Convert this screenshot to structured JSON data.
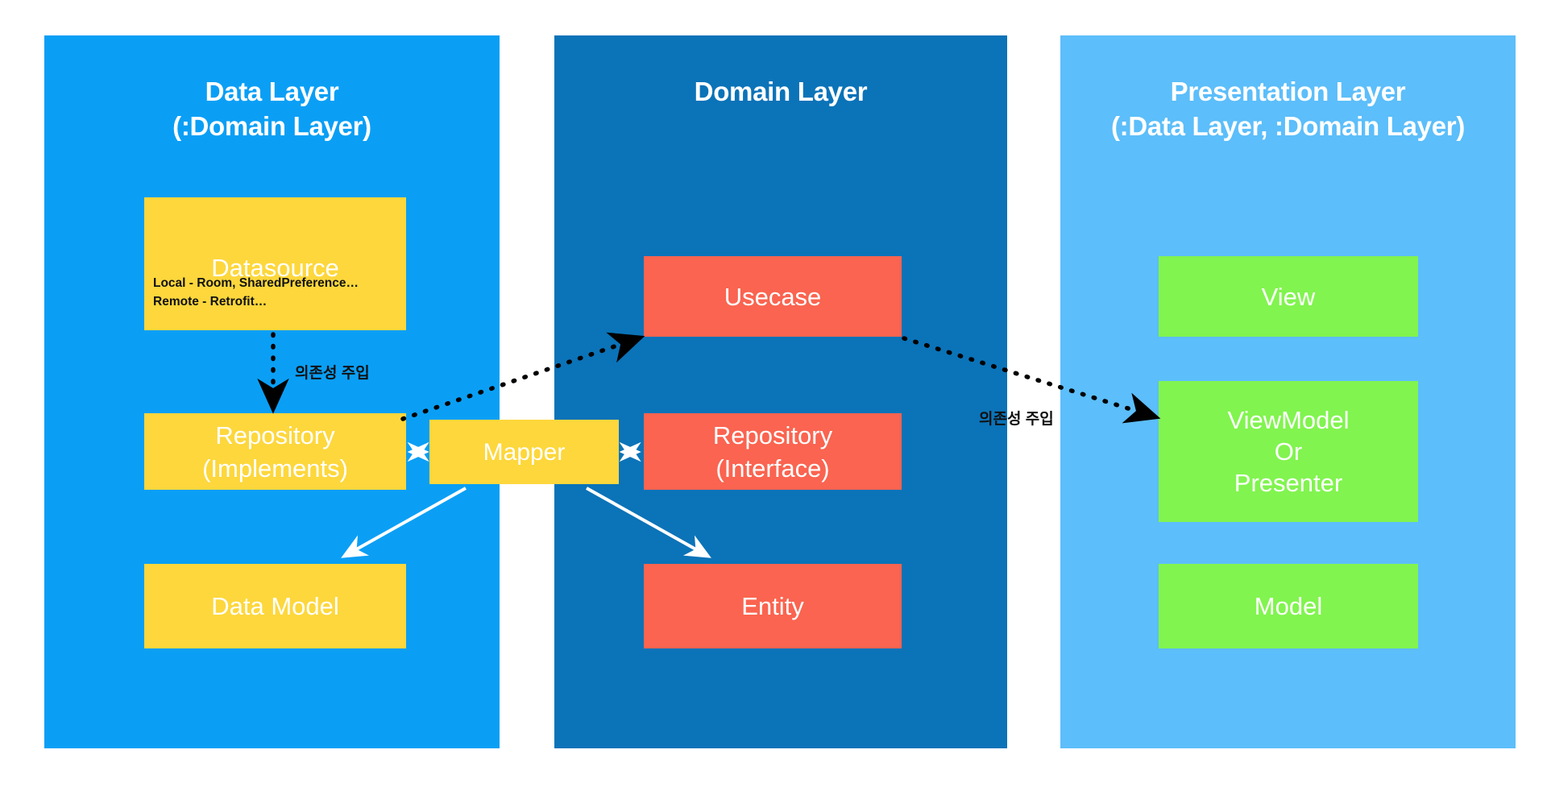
{
  "diagram": {
    "title": "Clean Architecture Layers",
    "background": "#ffffff",
    "colors": {
      "data_layer": "#0a9ff5",
      "domain_layer": "#0b73b8",
      "presentation_layer": "#5cbefa",
      "data_box": "#fdd73c",
      "domain_box": "#fa6450",
      "presentation_box": "#81f44f",
      "arrow_dotted": "#000000",
      "arrow_solid": "#ffffff"
    }
  },
  "panels": {
    "data": {
      "title": "Data Layer\n(:Domain Layer)",
      "boxes": {
        "datasource": {
          "label": "Datasource",
          "details": "Local - Room, SharedPreference…\nRemote - Retrofit…"
        },
        "repository_impl": {
          "label": "Repository\n(Implements)"
        },
        "data_model": {
          "label": "Data Model"
        }
      }
    },
    "domain": {
      "title": "Domain Layer",
      "boxes": {
        "usecase": {
          "label": "Usecase"
        },
        "repository_interface": {
          "label": "Repository\n(Interface)"
        },
        "entity": {
          "label": "Entity"
        }
      }
    },
    "presentation": {
      "title": "Presentation Layer\n(:Data Layer, :Domain Layer)",
      "boxes": {
        "view": {
          "label": "View"
        },
        "viewmodel": {
          "label": "ViewModel\nOr\nPresenter"
        },
        "model": {
          "label": "Model"
        }
      }
    }
  },
  "shared": {
    "mapper": {
      "label": "Mapper"
    }
  },
  "annotations": {
    "di_left": "의존성 주입",
    "di_right": "의존성 주입"
  },
  "connections": [
    {
      "name": "datasource-to-repository-impl",
      "style": "dotted",
      "color": "#000000",
      "label": "의존성 주입",
      "from": "datasource",
      "to": "repository_impl"
    },
    {
      "name": "repository-impl-to-usecase",
      "style": "dotted",
      "color": "#000000",
      "from": "repository_impl",
      "to": "usecase"
    },
    {
      "name": "usecase-to-viewmodel",
      "style": "dotted",
      "color": "#000000",
      "label": "의존성 주입",
      "from": "usecase",
      "to": "viewmodel"
    },
    {
      "name": "repository-impl-mapper",
      "style": "solid-double",
      "color": "#ffffff",
      "from": "repository_impl",
      "to": "mapper"
    },
    {
      "name": "mapper-repository-interface",
      "style": "solid-double",
      "color": "#ffffff",
      "from": "mapper",
      "to": "repository_interface"
    },
    {
      "name": "mapper-to-data-model",
      "style": "solid",
      "color": "#ffffff",
      "from": "mapper",
      "to": "data_model"
    },
    {
      "name": "mapper-to-entity",
      "style": "solid",
      "color": "#ffffff",
      "from": "mapper",
      "to": "entity"
    }
  ]
}
